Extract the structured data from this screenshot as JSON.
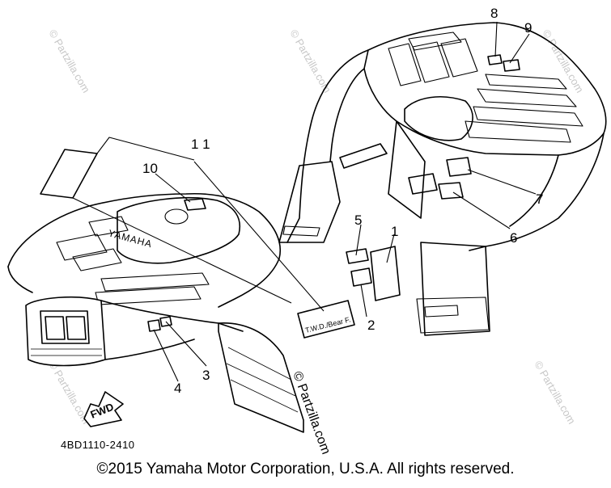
{
  "callouts": {
    "c1": "1",
    "c2": "2",
    "c3": "3",
    "c4": "4",
    "c5": "5",
    "c6": "6",
    "c7": "7",
    "c8": "8",
    "c9": "9",
    "c10": "10",
    "c11": "1 1"
  },
  "labels": {
    "brand_on_tank": "YAMAHA",
    "fwd_arrow": "FWD",
    "decal_text": "T.W.D./Bear F.",
    "diagram_code": "4BD1110-2410"
  },
  "watermarks": {
    "text": "© Partzilla.com",
    "center": "© Partzilla.com"
  },
  "footer": {
    "copyright": "©2015  Yamaha Motor Corporation, U.S.A. All rights reserved."
  }
}
